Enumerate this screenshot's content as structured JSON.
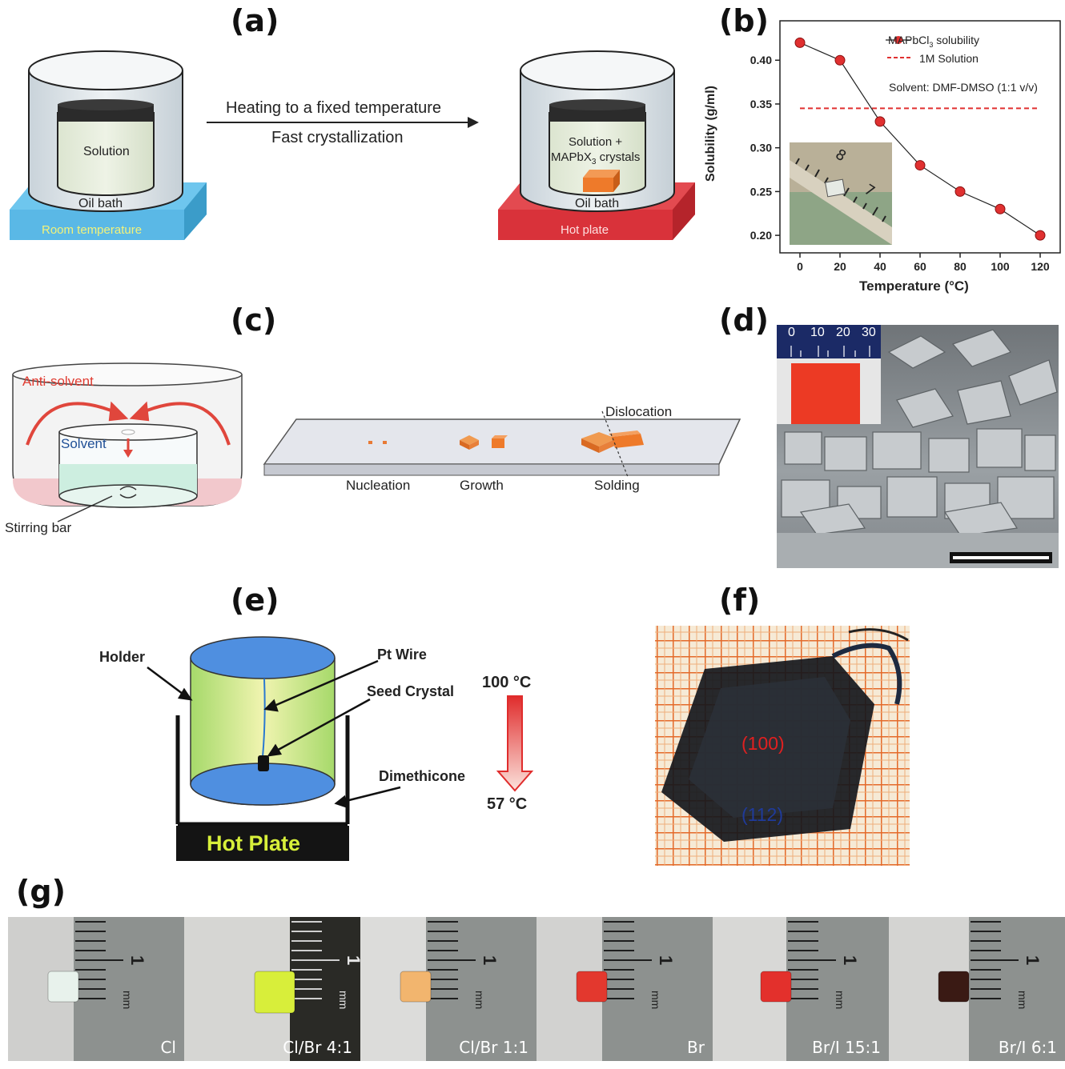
{
  "panel_labels": {
    "a": "(a)",
    "b": "(b)",
    "c": "(c)",
    "d": "(d)",
    "e": "(e)",
    "f": "(f)",
    "g": "(g)"
  },
  "panel_a": {
    "left_solution": "Solution",
    "left_bath": "Oil bath",
    "left_base": "Room temperature",
    "arrow_top": "Heating to a fixed temperature",
    "arrow_bottom": "Fast crystallization",
    "right_solution_1": "Solution +",
    "right_solution_2a": "MAPbX",
    "right_solution_2b": "3",
    "right_solution_2c": " crystals",
    "right_bath": "Oil bath",
    "right_base": "Hot plate",
    "colors": {
      "room_temp": "#5ab8e6",
      "hot_plate": "#d9323a",
      "crystal": "#ee7a2a"
    }
  },
  "chart_data": {
    "type": "line",
    "x": [
      0,
      20,
      40,
      60,
      80,
      100,
      120
    ],
    "series": [
      {
        "name": "MAPbCl3 solubility",
        "values": [
          0.42,
          0.4,
          0.33,
          0.28,
          0.25,
          0.23,
          0.2
        ],
        "color": "#e03030"
      },
      {
        "name": "1M Solution",
        "values": [
          0.345,
          0.345
        ],
        "x": [
          0,
          120
        ],
        "style": "dashed",
        "color": "#e03030"
      }
    ],
    "legend": {
      "series1_a": "MAPbCl",
      "series1_b": "3",
      "series1_c": " solubility",
      "series2": "1M Solution"
    },
    "annotation": "Solvent: DMF-DMSO (1:1 v/v)",
    "xlabel": "Temperature (°C)",
    "ylabel": "Solubility (g/ml)",
    "xticks": [
      "0",
      "20",
      "40",
      "60",
      "80",
      "100",
      "120"
    ],
    "yticks": [
      "0.20",
      "0.25",
      "0.30",
      "0.35",
      "0.40"
    ],
    "xlim": [
      -10,
      130
    ],
    "ylim": [
      0.18,
      0.445
    ],
    "legend_position": "top-right"
  },
  "panel_c": {
    "anti_solvent": "Anti-solvent",
    "solvent": "Solvent",
    "stirring_bar": "Stirring bar",
    "dislocation": "Dislocation",
    "nucleation": "Nucleation",
    "growth": "Growth",
    "solding": "Solding"
  },
  "panel_d": {
    "scale_ticks": [
      "0",
      "10",
      "20",
      "30"
    ]
  },
  "panel_e": {
    "holder": "Holder",
    "pt_wire": "Pt Wire",
    "seed_crystal": "Seed Crystal",
    "dimethicone": "Dimethicone",
    "hot_plate": "Hot Plate",
    "temp_high": "100 °C",
    "temp_low": "57 °C"
  },
  "panel_f": {
    "face_100": "(100)",
    "face_112": "(112)"
  },
  "panel_g": {
    "samples": [
      {
        "label": "Cl",
        "crystal_color": "#e8f2ec"
      },
      {
        "label": "Cl/Br 4:1",
        "crystal_color": "#d8ee3a"
      },
      {
        "label": "Cl/Br 1:1",
        "crystal_color": "#f2b56e"
      },
      {
        "label": "Br",
        "crystal_color": "#e3382e"
      },
      {
        "label": "Br/I 15:1",
        "crystal_color": "#e3302c"
      },
      {
        "label": "Br/I 6:1",
        "crystal_color": "#3a1a14"
      }
    ],
    "ruler_mark": "1",
    "ruler_unit": "mm"
  }
}
